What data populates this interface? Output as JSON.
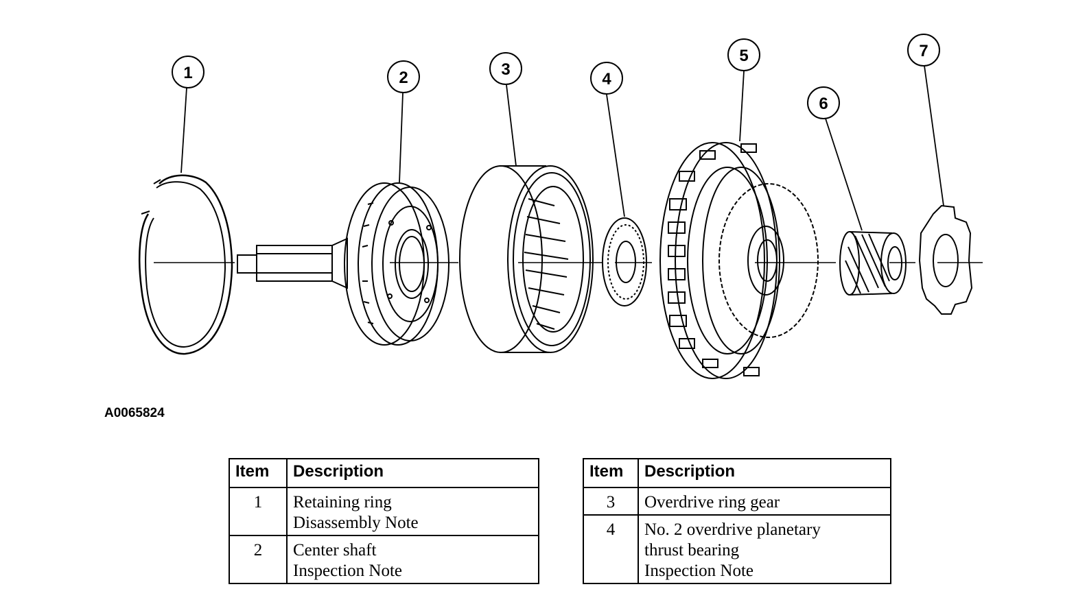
{
  "figure_id": "A0065824",
  "callouts": [
    "1",
    "2",
    "3",
    "4",
    "5",
    "6",
    "7"
  ],
  "legend_left": {
    "header_item": "Item",
    "header_description": "Description",
    "rows": [
      {
        "item": "1",
        "lines": [
          "Retaining ring",
          "Disassembly Note"
        ]
      },
      {
        "item": "2",
        "lines": [
          "Center shaft",
          "Inspection Note"
        ]
      }
    ]
  },
  "legend_right": {
    "header_item": "Item",
    "header_description": "Description",
    "rows": [
      {
        "item": "3",
        "lines": [
          "Overdrive ring gear"
        ]
      },
      {
        "item": "4",
        "lines": [
          "No. 2 overdrive planetary",
          "thrust bearing",
          "Inspection Note"
        ]
      }
    ]
  }
}
